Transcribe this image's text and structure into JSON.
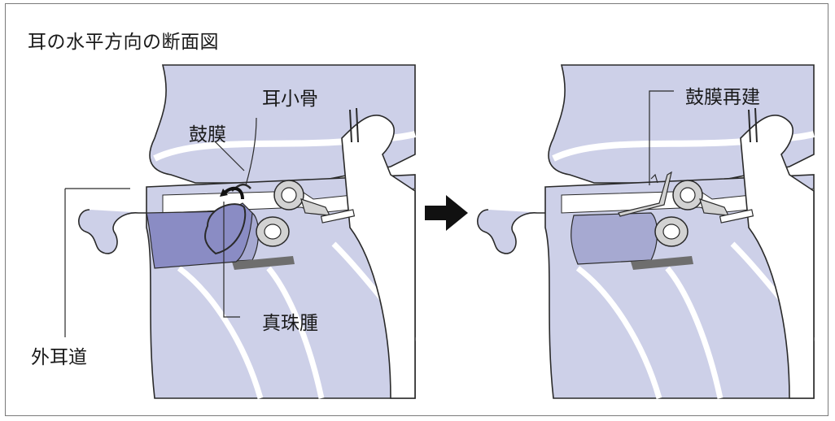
{
  "title": "耳の水平方向の断面図",
  "labels": {
    "ossicles": "耳小骨",
    "eardrum": "鼓膜",
    "ear_canal": "外耳道",
    "cholesteatoma": "真珠腫",
    "eardrum_reconstruction": "鼓膜再建"
  },
  "colors": {
    "tissue_light": "#cdd0e8",
    "tissue_mid": "#a6a9d1",
    "tissue_dark": "#8a8cc4",
    "bone_gray": "#d2d2d2",
    "dark_gray": "#6e6e6e",
    "outline": "#2a2a2a"
  },
  "icons": {
    "arrow": "right-arrow-icon"
  }
}
